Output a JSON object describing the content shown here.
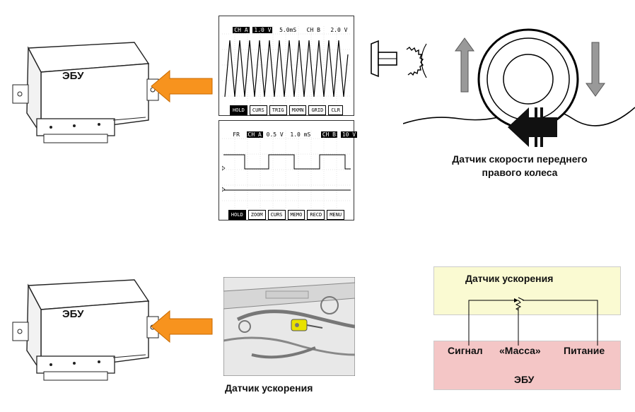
{
  "ecu_top": {
    "label": "ЭБУ"
  },
  "ecu_bottom": {
    "label": "ЭБУ"
  },
  "scope_top": {
    "header": [
      "CH A",
      "1.0 V",
      "5.0mS",
      "CH B",
      "2.0 V"
    ],
    "buttons": [
      "HOLD",
      "CURS",
      "TRIG",
      "MXMN",
      "GRID",
      "CLR"
    ]
  },
  "scope_bottom": {
    "header": [
      "FR",
      "CH A",
      "0.5 V",
      "1.0 mS",
      "CH B",
      "10 V"
    ],
    "buttons": [
      "HOLD",
      "ZOOM",
      "CURS",
      "MEMO",
      "RECD",
      "MENU"
    ]
  },
  "wheel_caption": {
    "line1": "Датчик скорости переднего",
    "line2": "правого колеса"
  },
  "accel_photo_caption": "Датчик ускорения",
  "schematic": {
    "sensor_title": "Датчик ускорения",
    "pins": [
      "Сигнал",
      "«Масса»",
      "Питание"
    ],
    "ecu_label": "ЭБУ",
    "sensor_fill": "#fafad2",
    "ecu_fill": "#f4c6c6"
  },
  "colors": {
    "arrow": "#f7931e",
    "arrow_stroke": "#c86a00"
  }
}
